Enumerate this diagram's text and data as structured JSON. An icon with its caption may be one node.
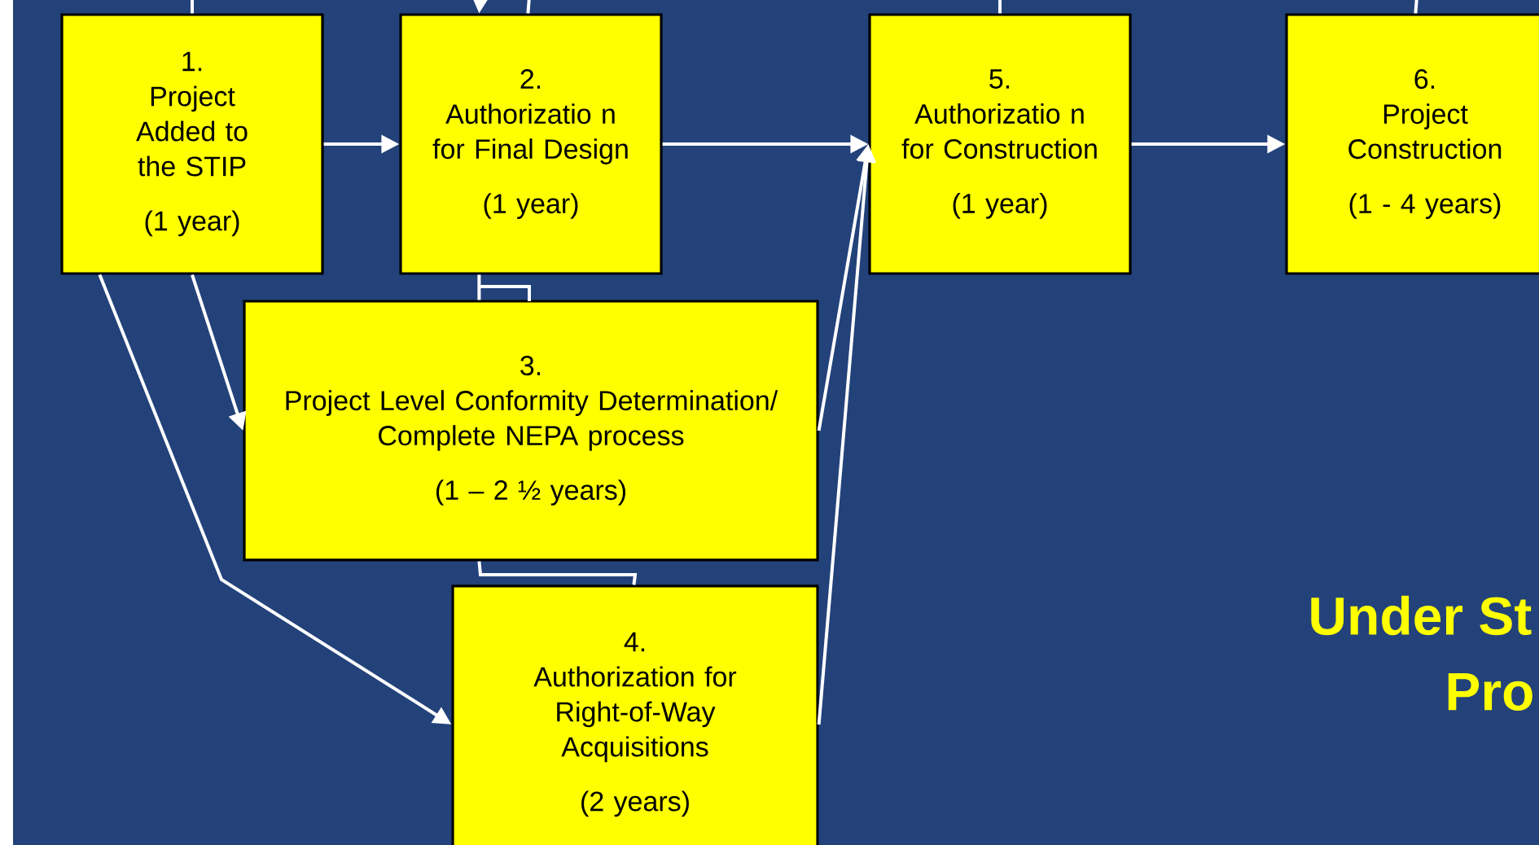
{
  "diagram": {
    "nodes": [
      {
        "text": [
          "1.",
          "Project Added to the STIP",
          "(1 year)"
        ]
      },
      {
        "text": [
          "2.",
          "Authorizatio n for Final Design",
          "(1 year)"
        ]
      },
      {
        "text": [
          "3.",
          "Project Level Conformity Determination/ Complete NEPA process",
          "(1 – 2 ½  years)"
        ]
      },
      {
        "text": [
          "4.",
          "Authorization for Right-of-Way Acquisitions",
          "(2  years)"
        ]
      },
      {
        "text": [
          "5.",
          "Authorizatio n for Construction",
          "(1 year)"
        ]
      },
      {
        "text": [
          "6.",
          "Project Construction",
          "(1 - 4 years)"
        ]
      }
    ],
    "edges": [
      {
        "from": 0,
        "to": 1,
        "arrow": "to"
      },
      {
        "from": 1,
        "to": 4,
        "arrow": "to"
      },
      {
        "from": 4,
        "to": 5,
        "arrow": "to"
      },
      {
        "from": 0,
        "to": 2,
        "arrow": "to"
      },
      {
        "from": 0,
        "to": 3,
        "arrow": "to"
      },
      {
        "from": 2,
        "to": 4,
        "arrow": "to"
      },
      {
        "from": 3,
        "to": 4,
        "arrow": "to"
      },
      {
        "from": 1,
        "to": 2,
        "arrow": "none"
      },
      {
        "from": 2,
        "to": 3,
        "arrow": "none"
      },
      {
        "from": null,
        "to": 0,
        "arrow": "none"
      },
      {
        "from": null,
        "to": 1,
        "arrow": "to"
      },
      {
        "from": null,
        "to": 1,
        "arrow": "none"
      },
      {
        "from": null,
        "to": 4,
        "arrow": "none"
      },
      {
        "from": null,
        "to": 5,
        "arrow": "none"
      }
    ],
    "labels": [
      "Under St",
      "Pro"
    ]
  }
}
